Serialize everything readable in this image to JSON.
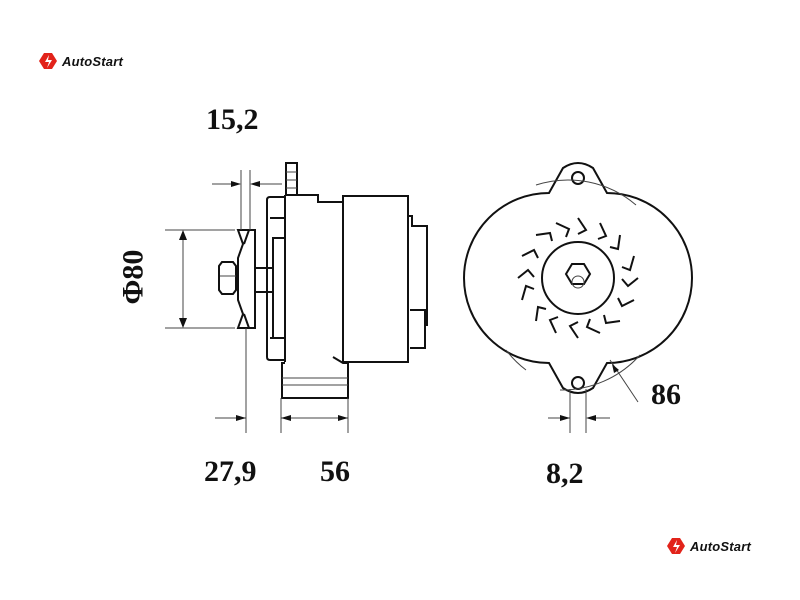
{
  "logo": {
    "brand": "AutoStart",
    "accent": "#e2231a"
  },
  "dimensions": {
    "belt_offset": "15,2",
    "pulley_diameter": "Φ80",
    "pulley_to_mount": "27,9",
    "mount_width": "56",
    "mount_hole": "8,2",
    "mount_span": "86"
  }
}
